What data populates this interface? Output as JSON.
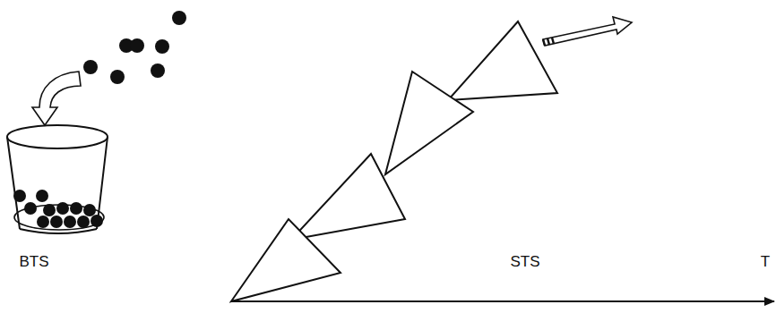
{
  "diagram": {
    "labels": [
      "BTS",
      "STS",
      "T"
    ]
  }
}
